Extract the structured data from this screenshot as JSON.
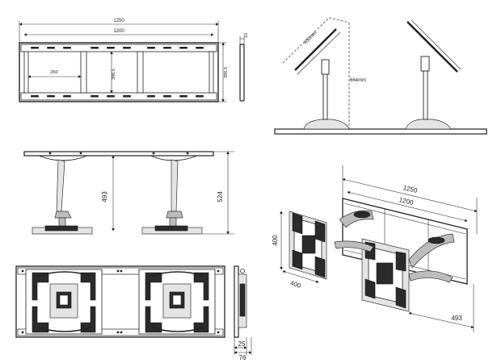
{
  "views": {
    "front": {
      "overall_width": "1250",
      "hole_span": "1200",
      "vertical_spacing": "396.5",
      "overall_height": "396.5",
      "segment_width": "350"
    },
    "side_profile": {
      "thickness": "15"
    },
    "tilt_side": {
      "plate": "400mm",
      "height": "664mm"
    },
    "top_view": {
      "min_extension": "493",
      "max_extension": "524"
    },
    "iso": {
      "overall_width": "1250",
      "hole_span": "1200",
      "plate_height": "400",
      "plate_depth": "400",
      "extension": "493"
    },
    "bottom_side": {
      "wall_depth": "25",
      "folded_depth": "76"
    }
  }
}
